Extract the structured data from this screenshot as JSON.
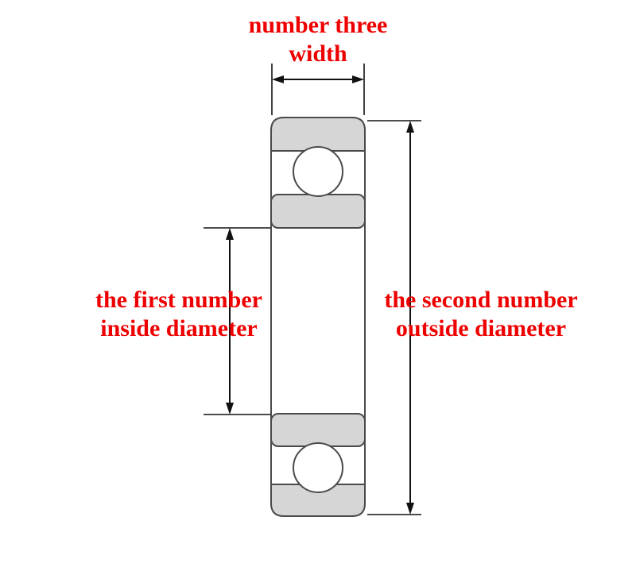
{
  "diagram": {
    "title": "bearing dimension diagram",
    "labels": {
      "width": {
        "line1": "number three",
        "line2": "width"
      },
      "inside_diameter": {
        "line1": "the first number",
        "line2": "inside diameter"
      },
      "outside_diameter": {
        "line1": "the second number",
        "line2": "outside diameter"
      }
    }
  },
  "colors": {
    "label_text": "#ee0000",
    "bearing_fill": "#d6d6d6",
    "bearing_stroke": "#4a4a4a",
    "dimension_line": "#111111",
    "background": "#ffffff"
  }
}
